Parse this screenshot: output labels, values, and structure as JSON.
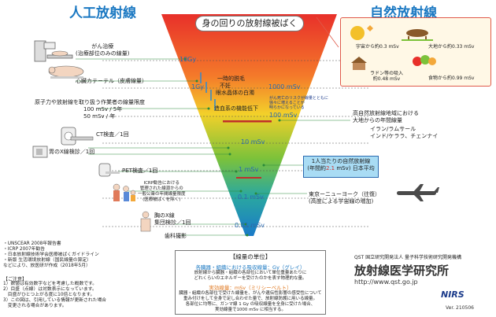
{
  "headers": {
    "left": "人工放射線",
    "right": "自然放射線",
    "center_title": "身の回りの放射線被ばく"
  },
  "scale": [
    {
      "label": "10Gy",
      "value_gy": 10
    },
    {
      "label": "1Gy",
      "value_gy": 1
    },
    {
      "label": "1000 mSv",
      "value_gy": 1
    },
    {
      "label": "100 mSv",
      "value_gy": 0.1
    },
    {
      "label": "10 mSv",
      "value_gy": 0.01
    },
    {
      "label": "1 mSv",
      "value_gy": 0.001
    },
    {
      "label": "0.1 mSv",
      "value_gy": 0.0001
    },
    {
      "label": "0.01 mSv",
      "value_gy": 1e-05
    }
  ],
  "effects": {
    "e1": "一時的脱毛",
    "e2": "不妊",
    "e3": "眼水晶体の白濁",
    "e4": "造血系の機能低下",
    "cancer_note": [
      "がん死亡のリスクが線量とともに",
      "徐々に増えることが",
      "明らかになっている"
    ]
  },
  "left_items": {
    "cancer_treatment": [
      "がん治療",
      "(治療部位のみの線量)"
    ],
    "cardiac_catheter": "心臓カテーテル（皮膚線量）",
    "worker_limit": [
      "原子力や放射線を取り扱う作業者の線量限度",
      "100 mSv / 5年",
      "50 mSv / 年"
    ],
    "ct": "CT検査／1回",
    "stomach": "胃のX線検診／1回",
    "pet": "PET検査／1回",
    "public_limit": [
      "ICRP勧告における",
      "管理された線源からの",
      "一般公衆の年間線量限度",
      "(医療被ばくを除く)"
    ],
    "chest": [
      "胸のX線",
      "集団検診／1回"
    ],
    "dental": "歯科撮影"
  },
  "right_items": {
    "high_area": [
      "高自然放射線地域における",
      "大地からの年間線量"
    ],
    "high_places": [
      "イラン/ラムサール",
      "インド/ケララ、チェンナイ"
    ],
    "avg_box": [
      "1人当たりの自然放射線",
      "(年間約",
      "2.1",
      " mSv) 日本平均"
    ],
    "flight": [
      "東京ーニューヨーク（往復）",
      "(高度による宇宙線の増加)"
    ]
  },
  "natural_box": {
    "space": "宇宙から約0.3 mSv",
    "ground": "大地から約0.33 mSv",
    "radon": [
      "ラドン等の吸入",
      "約0.48 mSv"
    ],
    "food": "食物から約0.99 mSv"
  },
  "units_box": {
    "title": "【線量の単位】",
    "gray_head": "各臓器・組織における吸収線量：Gy（グレイ）",
    "gray_body": [
      "放射線から臓器・組織の各部位において単位重量あたりに",
      "どれくらいのエネルギーを受けたのかを表す物理的な量。"
    ],
    "sv_head": "実効線量：mSv（ミリシーベルト）",
    "sv_body": [
      "臓器・組織の各部位で受けた線量を、がんや遺伝性影響の感受性について",
      "重み付けをして全身で足し合わせた量で、放射線防護に用いる線量。",
      "各部位に均等に、ガンマ線 1 Gy の吸収線量を全身に受けた場合、",
      "実効線量で1000 mSv に相当する。"
    ]
  },
  "sources": [
    "・UNSCEAR 2008年報告書",
    "・ICRP 2007年勧告",
    "・日本放射線技術学会医療被ばくガイドライン",
    "・新版 生活環境放射線（国民線量の算定）",
    "などにより、放医研が作成（2018年5月）"
  ],
  "notes": {
    "title": "【ご注意】",
    "lines": [
      "1）数値は有効数字などを考慮した概数です。",
      "2）目盛（点線）は対数表示になっています。",
      "　目盛がひとつ上がる度に10倍となります。",
      "3）この図は、引用している情報が更新された場合",
      "　変更される場合があります。"
    ]
  },
  "org": {
    "legal": "QST 国立研究開発法人 量子科学技術研究開発機構",
    "name": "放射線医学研究所",
    "url": "http://www.qst.go.jp",
    "logo": "NIRS",
    "version": "Ver. 210506"
  },
  "colors": {
    "header_blue": "#1a78c2",
    "funnel_top": "#e8302a",
    "funnel_bottom": "#1a7ac8",
    "highlight_red": "#d0302a"
  }
}
